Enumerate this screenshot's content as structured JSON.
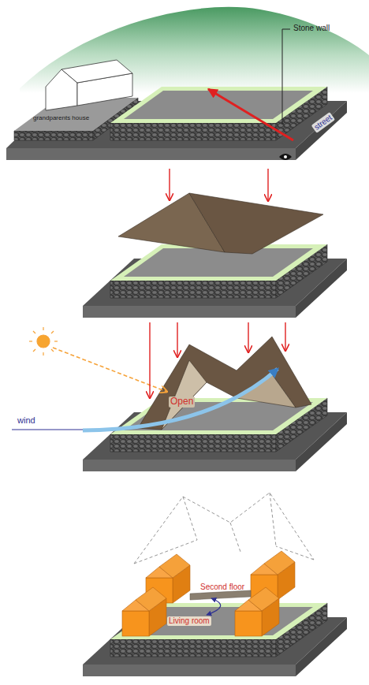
{
  "diagram": {
    "labels": [
      "Stone wall",
      "grandparents house",
      "street",
      "wind",
      "Open",
      "Second floor",
      "Living room"
    ]
  }
}
